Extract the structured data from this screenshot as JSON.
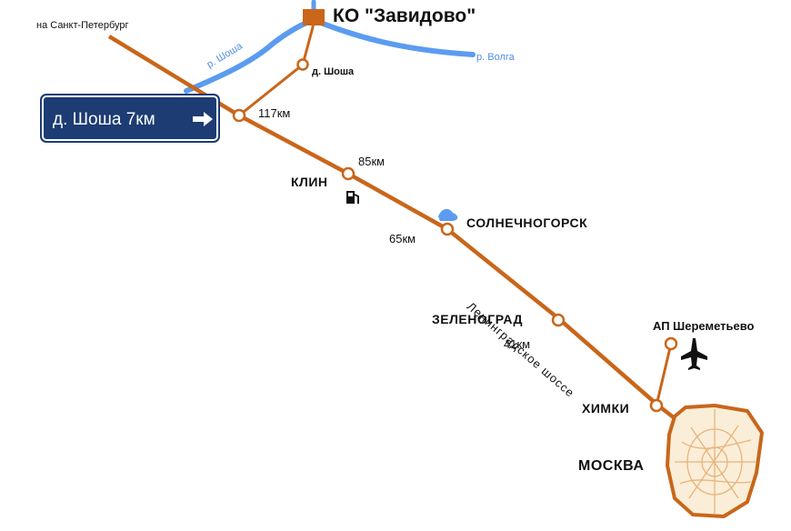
{
  "title": "КО \"Завидово\"",
  "sign": {
    "text": "д. Шоша 7км",
    "arrow_icon": "arrow-right-icon"
  },
  "directions": {
    "spb": "на Санкт-Петербург"
  },
  "rivers": {
    "shosha": "р. Шоша",
    "volga": "р. Волга"
  },
  "places": {
    "shosha_village": "д. Шоша",
    "klin": "КЛИН",
    "solnechnogorsk": "СОЛНЕЧНОГОРСК",
    "zelenograd": "ЗЕЛЕНОГРАД",
    "khimki": "ХИМКИ",
    "moscow": "МОСКВА",
    "airport": "АП Шереметьево"
  },
  "distances": {
    "km117": "117км",
    "km85": "85км",
    "km65": "65км",
    "km41": "41км"
  },
  "road_name": "Ленинградское шоссе",
  "icons": [
    "fuel-icon",
    "airplane-icon",
    "lake-icon",
    "destination-marker-icon"
  ],
  "colors": {
    "road": "#c9661a",
    "river": "#5b9cf0",
    "sign": "#1c3c73"
  }
}
